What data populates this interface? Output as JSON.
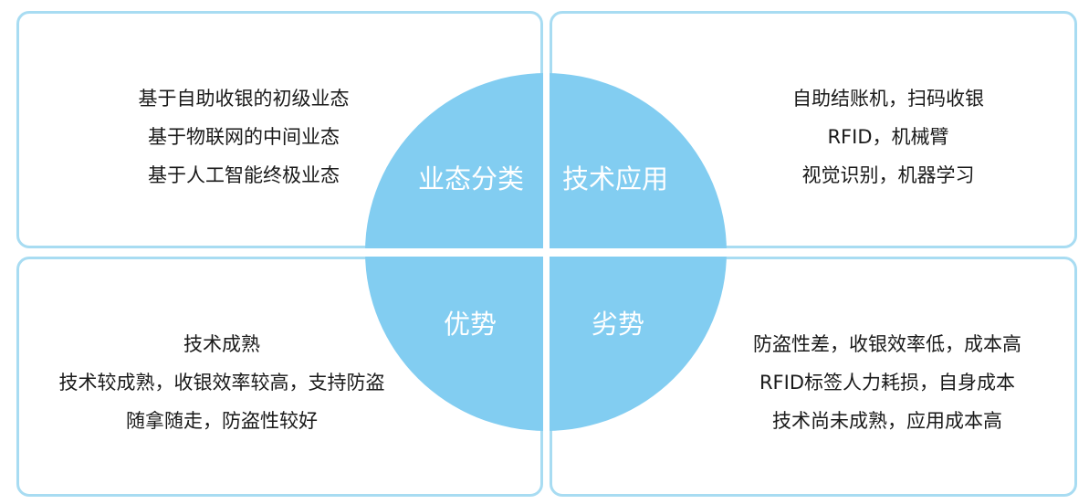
{
  "diagram": {
    "quadrants": {
      "top_left": {
        "label": "业态分类",
        "items": [
          "基于自助收银的初级业态",
          "基于物联网的中间业态",
          "基于人工智能终极业态"
        ]
      },
      "top_right": {
        "label": "技术应用",
        "items": [
          "自助结账机，扫码收银",
          "RFID，机械臂",
          "视觉识别，机器学习"
        ]
      },
      "bottom_left": {
        "label": "优势",
        "items": [
          "技术成熟",
          "技术较成熟，收银效率较高，支持防盗",
          "随拿随走，防盗性较好"
        ]
      },
      "bottom_right": {
        "label": "劣势",
        "items": [
          "防盗性差，收银效率低，成本高",
          "RFID标签人力耗损，自身成本",
          "技术尚未成熟，应用成本高"
        ]
      }
    },
    "colors": {
      "circle": "#82cdf1",
      "border": "#a8dcf2",
      "label_text": "#ffffff",
      "item_text": "#1a1a1a"
    }
  }
}
